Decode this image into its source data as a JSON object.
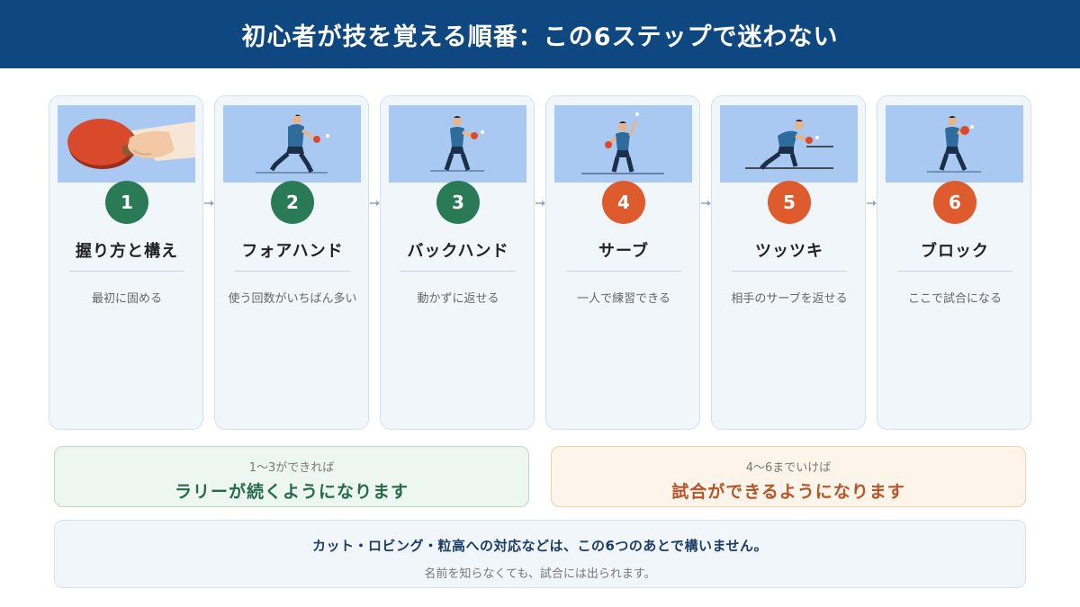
{
  "header": {
    "title": "初心者が技を覚える順番：この6ステップで迷わない"
  },
  "steps": [
    {
      "number": "1",
      "title": "握り方と構え",
      "desc": "最初に固める",
      "image": "paddle-grip-icon",
      "color": "green"
    },
    {
      "number": "2",
      "title": "フォアハンド",
      "desc": "使う回数がいちばん多い",
      "image": "forehand-player-icon",
      "color": "green"
    },
    {
      "number": "3",
      "title": "バックハンド",
      "desc": "動かずに返せる",
      "image": "backhand-player-icon",
      "color": "green"
    },
    {
      "number": "4",
      "title": "サーブ",
      "desc": "一人で練習できる",
      "image": "serve-player-icon",
      "color": "orange"
    },
    {
      "number": "5",
      "title": "ツッツキ",
      "desc": "相手のサーブを返せる",
      "image": "push-player-icon",
      "color": "orange"
    },
    {
      "number": "6",
      "title": "ブロック",
      "desc": "ここで試合になる",
      "image": "block-player-icon",
      "color": "orange"
    }
  ],
  "notes": {
    "left": {
      "small": "1〜3ができれば",
      "big": "ラリーが続くようになります"
    },
    "right": {
      "small": "4〜6までいけば",
      "big": "試合ができるようになります"
    }
  },
  "footer": {
    "main": "カット・ロビング・粒高への対応などは、この6つのあとで構いません。",
    "sub": "名前を知らなくても、試合には出られます。"
  },
  "colors": {
    "header": "#0f4780",
    "green": "#2a7a56",
    "orange": "#dd5b2c",
    "image_bg": "#a9c9f2"
  }
}
